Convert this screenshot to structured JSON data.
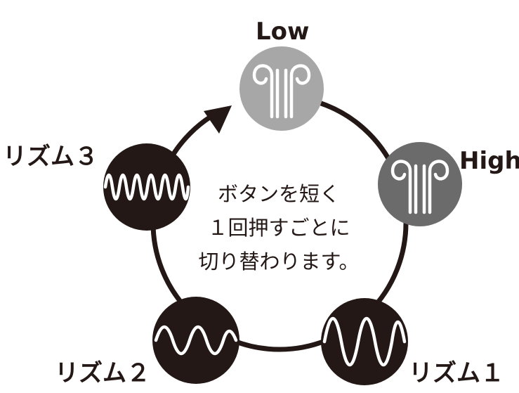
{
  "title": "",
  "modes": {
    "low": {
      "label": "Low",
      "color": "#a7a7a7",
      "icon": "airflow-icon"
    },
    "high": {
      "label": "High",
      "color": "#6b6b6b",
      "icon": "airflow-icon"
    },
    "rhythm1": {
      "label": "リズム１",
      "color": "#231815",
      "icon": "wave-icon"
    },
    "rhythm2": {
      "label": "リズム２",
      "color": "#231815",
      "icon": "wave-icon"
    },
    "rhythm3": {
      "label": "リズム３",
      "color": "#231815",
      "icon": "wave-icon"
    }
  },
  "instruction": {
    "line1": "ボタンを短く",
    "line2": "１回押すごとに",
    "line3": "切り替わります。"
  },
  "colors": {
    "ring": "#231815",
    "background": "#ffffff"
  }
}
